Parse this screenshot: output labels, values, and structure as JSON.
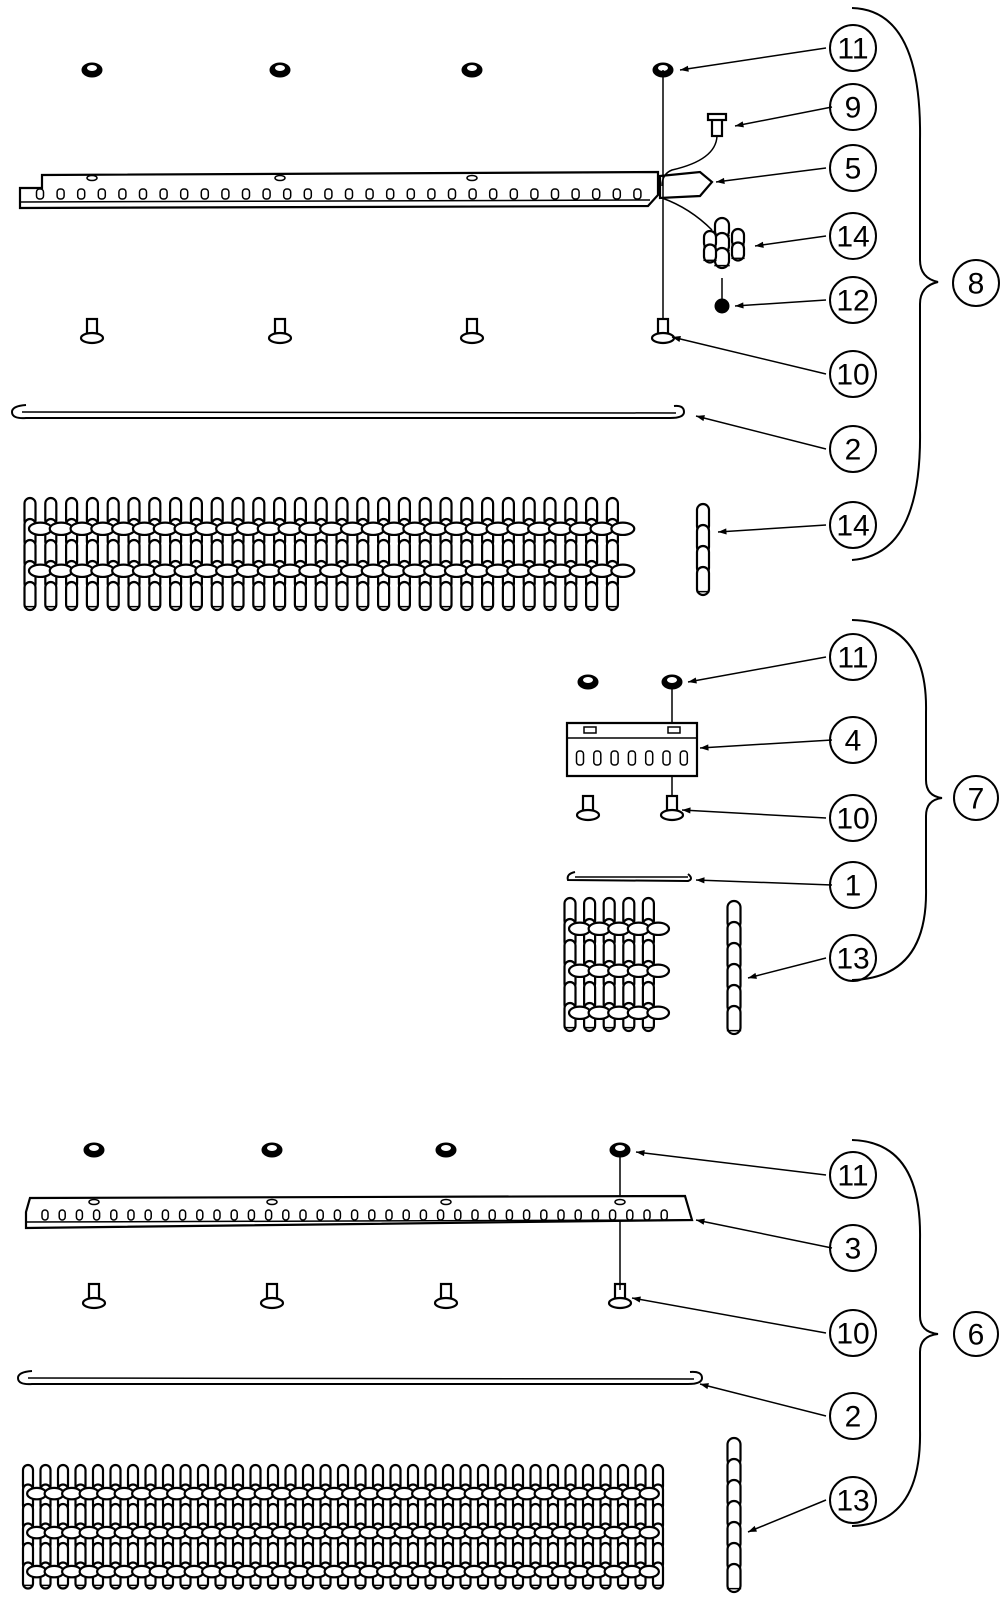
{
  "balloons": {
    "g8_11": "11",
    "g8_9": "9",
    "g8_5": "5",
    "g8_14a": "14",
    "g8_12": "12",
    "g8_10": "10",
    "g8_2": "2",
    "g8_14b": "14",
    "group8": "8",
    "g7_11": "11",
    "g7_4": "4",
    "g7_10": "10",
    "g7_1": "1",
    "g7_13": "13",
    "group7": "7",
    "g6_11": "11",
    "g6_3": "3",
    "g6_10": "10",
    "g6_2": "2",
    "g6_13": "13",
    "group6": "6"
  }
}
